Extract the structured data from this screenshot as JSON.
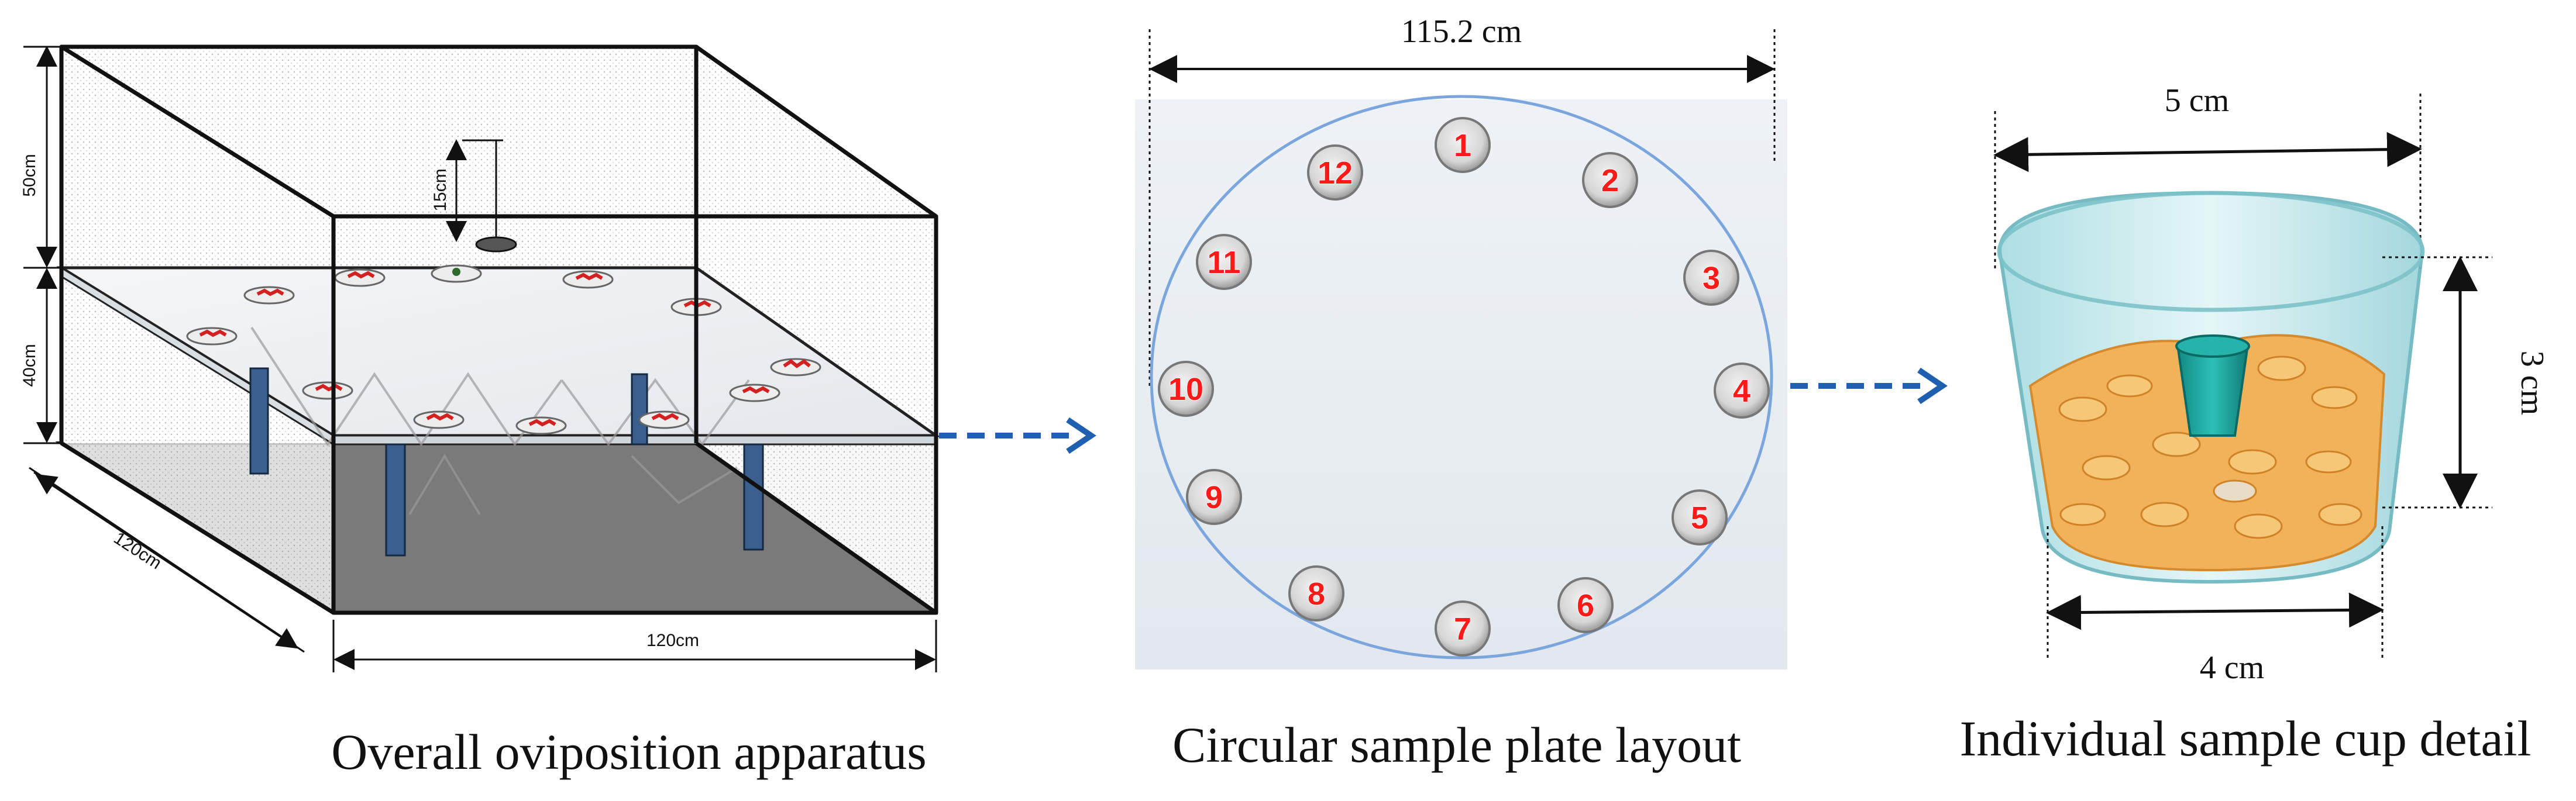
{
  "panel_left": {
    "caption": "Overall oviposition apparatus",
    "dim_height_upper": "50cm",
    "dim_height_lower": "40cm",
    "dim_inner_height": "15cm",
    "dim_depth": "120cm",
    "dim_width": "120cm"
  },
  "panel_middle": {
    "caption": "Circular sample plate layout",
    "dim_width": "115.2 cm",
    "plates": [
      "1",
      "2",
      "3",
      "4",
      "5",
      "6",
      "7",
      "8",
      "9",
      "10",
      "11",
      "12"
    ]
  },
  "panel_right": {
    "caption": "Individual sample cup detail",
    "dim_top": "5 cm",
    "dim_bottom": "4 cm",
    "dim_height": "3 cm"
  },
  "colors": {
    "arrow": "#1f5fb0",
    "plate_background": "#e8eef3",
    "circle": "#7aa6dd",
    "number": "#ff1a1a",
    "cup_glass": "#bfe6ea",
    "cup_peanuts": "#f2b25a",
    "cup_tube": "#1fa8a0",
    "floor": "#7a7a7a"
  },
  "icons": [
    "arrow-right-dashed-icon"
  ]
}
